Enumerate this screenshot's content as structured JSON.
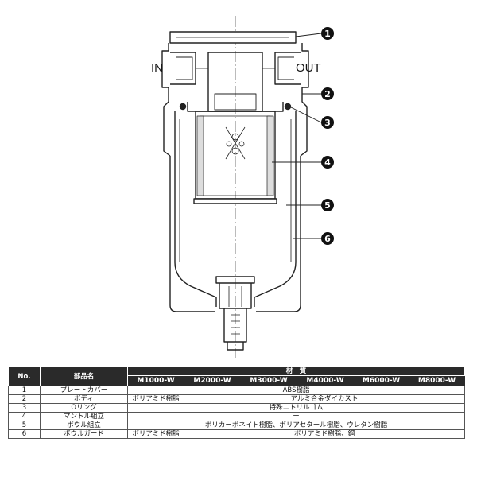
{
  "diagram": {
    "port_in": "IN",
    "port_out": "OUT",
    "callouts": [
      "1",
      "2",
      "3",
      "4",
      "5",
      "6"
    ]
  },
  "table": {
    "header_no": "No.",
    "header_part": "部品名",
    "header_material": "材　質",
    "models": [
      "M1000-W",
      "M2000-W",
      "M3000-W",
      "M4000-W",
      "M6000-W",
      "M8000-W"
    ],
    "rows": [
      {
        "no": "1",
        "part": "プレートカバー",
        "material": "ABS樹脂"
      },
      {
        "no": "2",
        "part": "ボディ",
        "m1000": "ポリアミド樹脂",
        "material": "アルミ合金ダイカスト"
      },
      {
        "no": "3",
        "part": "Oリング",
        "material": "特殊ニトリルゴム"
      },
      {
        "no": "4",
        "part": "マントル組立",
        "material": "ー"
      },
      {
        "no": "5",
        "part": "ボウル組立",
        "material": "ポリカーボネイト樹脂、ポリアセタール樹脂、ウレタン樹脂"
      },
      {
        "no": "6",
        "part": "ボウルガード",
        "m1000": "ポリアミド樹脂",
        "material": "ポリアミド樹脂、鋼"
      }
    ]
  }
}
